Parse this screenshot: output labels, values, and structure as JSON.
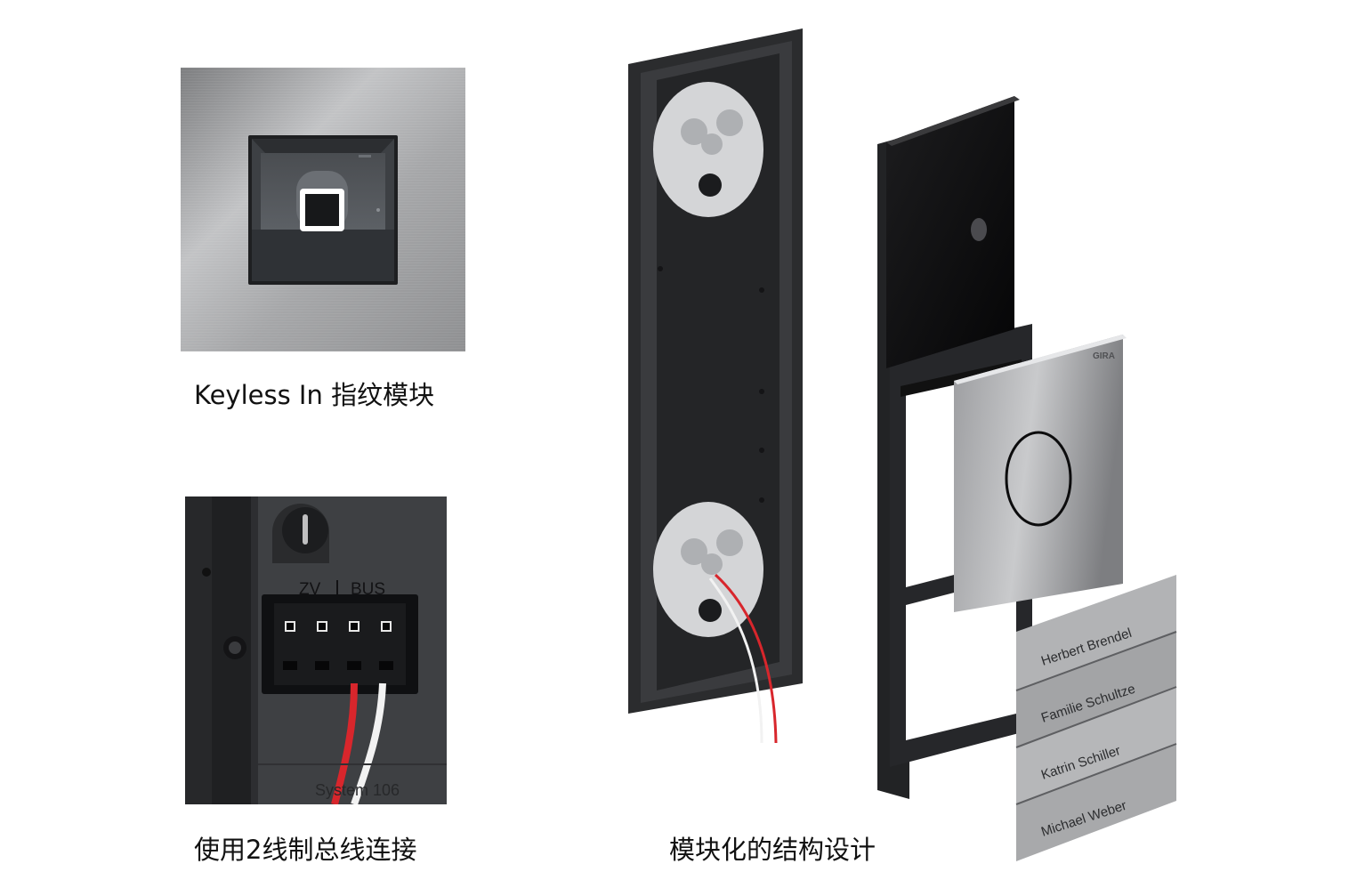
{
  "captions": {
    "fingerprint_module": "Keyless In 指纹模块",
    "two_wire_bus": "使用2线制总线连接",
    "modular_design": "模块化的结构设计"
  },
  "connector": {
    "label_zv": "ZV",
    "label_bus": "BUS",
    "system_label": "System 106"
  },
  "brand": "GIRA",
  "name_plates": [
    "Herbert Brendel",
    "Familie Schultze",
    "Katrin Schiller",
    "Michael Weber"
  ],
  "colors": {
    "background": "#ffffff",
    "caption_text": "#111111",
    "brushed_steel": "#a9aaac",
    "dark_housing": "#2b2c2e",
    "glass_black": "#0b0b0c",
    "wire_red": "#d8262c",
    "wire_white": "#f2f2f2"
  }
}
